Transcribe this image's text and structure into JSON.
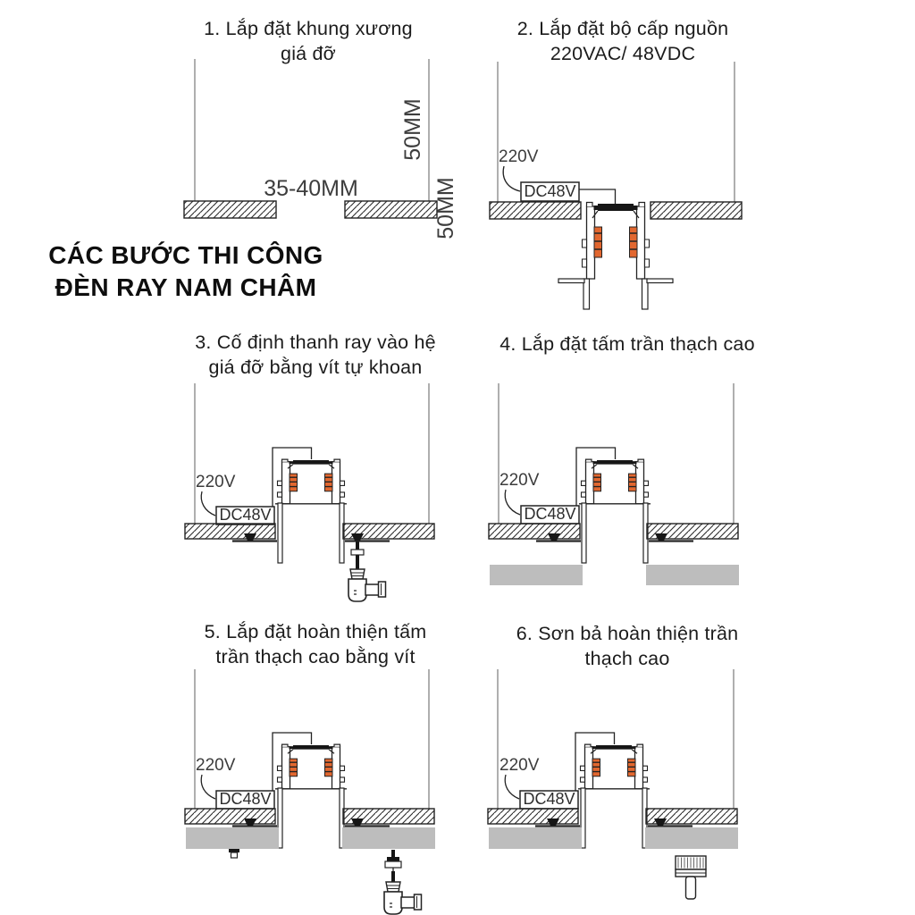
{
  "main_title": {
    "line1": "CÁC BƯỚC THI CÔNG",
    "line2": "ĐÈN RAY NAM CHÂM"
  },
  "steps": {
    "s1": {
      "line1": "1. Lắp đặt khung xương",
      "line2": "giá đỡ"
    },
    "s2": {
      "line1": "2. Lắp đặt bộ cấp nguồn",
      "line2": "220VAC/ 48VDC"
    },
    "s3": {
      "line1": "3. Cố định thanh ray vào hệ",
      "line2": "giá đỡ bằng vít tự khoan"
    },
    "s4": {
      "line1": "4. Lắp đặt tấm trần thạch cao",
      "line2": ""
    },
    "s5": {
      "line1": "5. Lắp đặt hoàn thiện tấm",
      "line2": "trần thạch cao bằng vít"
    },
    "s6": {
      "line1": "6. Sơn bả hoàn thiện trần",
      "line2": "thạch cao"
    }
  },
  "labels": {
    "gap_width": "35-40MM",
    "rod_length": "50MM",
    "drop_depth": "50MM",
    "mains": "220V",
    "psu": "DC48V"
  },
  "colors": {
    "contact_orange": "#E2672F",
    "panel_gray": "#BDBDBD",
    "line_black": "#232323"
  }
}
